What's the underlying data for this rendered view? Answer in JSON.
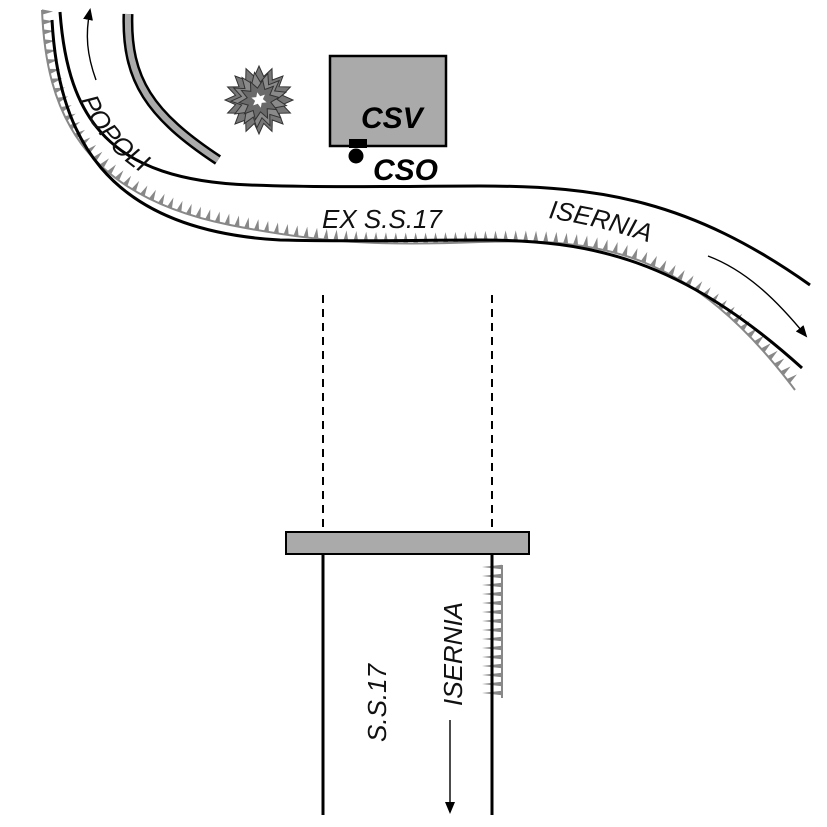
{
  "diagram": {
    "labels": {
      "popoli": "POPOLI",
      "ex_ss17": "EX S.S.17",
      "isernia_upper": "ISERNIA",
      "csv": "CSV",
      "cso": "CSO",
      "ss17": "S.S.17",
      "isernia_lower": "ISERNIA"
    },
    "colors": {
      "line": "#000000",
      "fill_gray": "#aaaaaa",
      "embankment": "#888888",
      "tree": "#777777",
      "background": "#ffffff"
    }
  }
}
